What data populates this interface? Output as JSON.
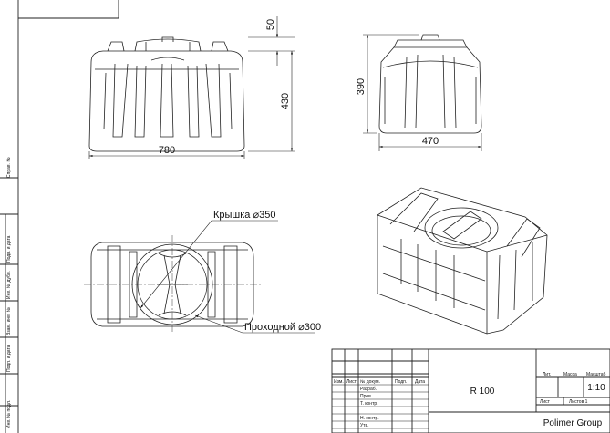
{
  "views": {
    "front": {
      "width_label": "780",
      "height_label": "430",
      "lid_height_label": "50"
    },
    "side": {
      "width_label": "470",
      "height_label": "390"
    },
    "top": {
      "lid_label": "Крышка ⌀350",
      "passage_label": "Проходной ⌀300"
    }
  },
  "side_stamp": {
    "labels": [
      "Справ. №",
      "Подп. и дата",
      "Инв. № дубл.",
      "Взам. инв. №",
      "Подп. и дата",
      "Инв. № подл."
    ]
  },
  "title_block": {
    "header": {
      "izm": "Изм.",
      "list": "Лист",
      "doc_no": "№ докум.",
      "sign": "Подп.",
      "date": "Дата"
    },
    "roles": [
      "Разраб.",
      "Пров.",
      "Т. контр.",
      "",
      "Н. контр.",
      "Утв."
    ],
    "designation": "R 100",
    "lit_label": "Лит.",
    "mass_label": "Масса",
    "scale_label": "Масштаб",
    "scale_value": "1:10",
    "sheet_label": "Лист",
    "sheets_label": "Листов 1",
    "company": "Polimer Group"
  }
}
